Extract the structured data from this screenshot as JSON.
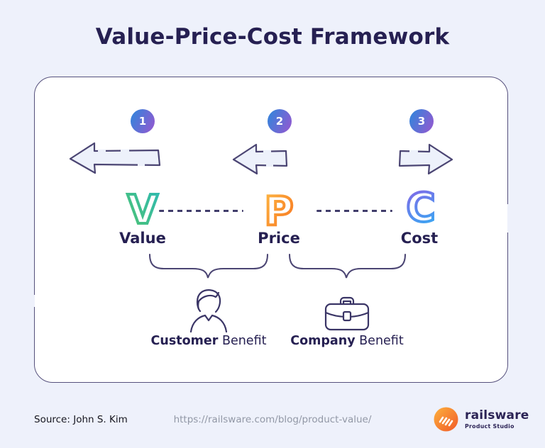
{
  "title": "Value-Price-Cost Framework",
  "columns": [
    {
      "step": "1",
      "letter": "V",
      "label": "Value"
    },
    {
      "step": "2",
      "letter": "P",
      "label": "Price"
    },
    {
      "step": "3",
      "letter": "C",
      "label": "Cost"
    }
  ],
  "benefits": [
    {
      "group": "Customer",
      "rest": " Benefit",
      "icon": "person-icon"
    },
    {
      "group": "Company",
      "rest": " Benefit",
      "icon": "briefcase-icon"
    }
  ],
  "footer": {
    "source": "Source: John S. Kim",
    "url": "https://railsware.com/blog/product-value/",
    "brand": "railsware",
    "brand_tagline": "Product Studio"
  },
  "colors": {
    "background": "#eef1fb",
    "card": "#ffffff",
    "ink": "#262052",
    "outline": "#4b4573",
    "arrow_fill": "#edf1fb",
    "value_gradient": [
      "#4fc36f",
      "#2fbab2"
    ],
    "price_gradient": [
      "#fdb843",
      "#f7701e"
    ],
    "cost_gradient": [
      "#8a60e6",
      "#3da4f2"
    ],
    "badge_gradient": [
      "#3d80da",
      "#8e5bd1"
    ],
    "logo_gradient": [
      "#fcb03c",
      "#f15a29"
    ]
  }
}
